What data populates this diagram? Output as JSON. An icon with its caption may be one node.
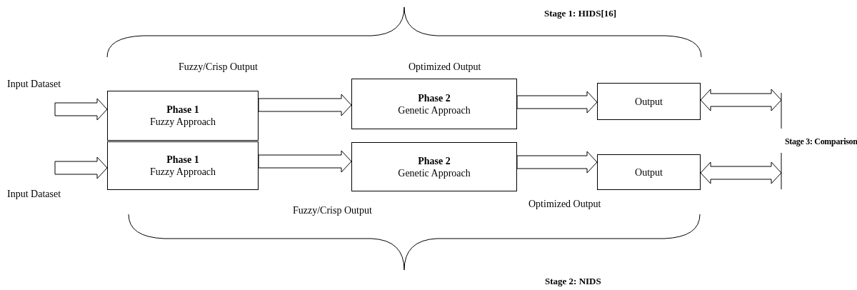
{
  "diagram": {
    "nodes": [
      {
        "text": [
          "Phase 1",
          "Fuzzy Approach"
        ]
      },
      {
        "text": [
          "Phase 2",
          "Genetic Approach"
        ]
      },
      {
        "text": [
          "Output"
        ]
      },
      {
        "text": [
          "Phase 1",
          "Fuzzy Approach"
        ]
      },
      {
        "text": [
          "Phase 2",
          "Genetic Approach"
        ]
      },
      {
        "text": [
          "Output"
        ]
      }
    ],
    "edges": [
      {
        "from": null,
        "to": 0,
        "arrow": "to"
      },
      {
        "from": 0,
        "to": 1,
        "arrow": "to"
      },
      {
        "from": 1,
        "to": 2,
        "arrow": "to"
      },
      {
        "from": null,
        "to": 3,
        "arrow": "to"
      },
      {
        "from": 3,
        "to": 4,
        "arrow": "to"
      },
      {
        "from": 4,
        "to": 5,
        "arrow": "to"
      },
      {
        "from": 2,
        "to": null,
        "arrow": "both"
      },
      {
        "from": 5,
        "to": null,
        "arrow": "both"
      }
    ],
    "labels": [
      "Stage 1: HIDS[16]",
      "Fuzzy/Crisp Output",
      "Optimized Output",
      "Input Dataset",
      "Stage 3: Comparison",
      "Input Dataset",
      "Fuzzy/Crisp Output",
      "Optimized Output",
      "Stage 2: NIDS"
    ]
  }
}
